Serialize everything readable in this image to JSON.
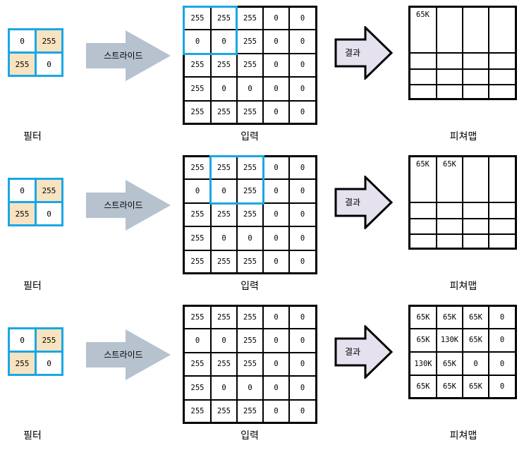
{
  "rows": [
    {
      "filter": [
        [
          "0",
          "255"
        ],
        [
          "255",
          "0"
        ]
      ],
      "arrow_label": "스트라이드",
      "input": [
        [
          "255",
          "255",
          "255",
          "0",
          "0"
        ],
        [
          "0",
          "0",
          "255",
          "0",
          "0"
        ],
        [
          "255",
          "255",
          "255",
          "0",
          "0"
        ],
        [
          "255",
          "0",
          "0",
          "0",
          "0"
        ],
        [
          "255",
          "255",
          "255",
          "0",
          "0"
        ]
      ],
      "result_label": "결과",
      "feature_map": [
        [
          "65K",
          "",
          "",
          ""
        ],
        [
          "",
          "",
          "",
          ""
        ],
        [
          "",
          "",
          "",
          ""
        ],
        [
          "",
          "",
          "",
          ""
        ]
      ],
      "captions": {
        "filter": "필터",
        "input": "입력",
        "feature_map": "피쳐맵"
      }
    },
    {
      "filter": [
        [
          "0",
          "255"
        ],
        [
          "255",
          "0"
        ]
      ],
      "arrow_label": "스트라이드",
      "input": [
        [
          "255",
          "255",
          "255",
          "0",
          "0"
        ],
        [
          "0",
          "0",
          "255",
          "0",
          "0"
        ],
        [
          "255",
          "255",
          "255",
          "0",
          "0"
        ],
        [
          "255",
          "0",
          "0",
          "0",
          "0"
        ],
        [
          "255",
          "255",
          "255",
          "0",
          "0"
        ]
      ],
      "result_label": "결과",
      "feature_map": [
        [
          "65K",
          "65K",
          "",
          ""
        ],
        [
          "",
          "",
          "",
          ""
        ],
        [
          "",
          "",
          "",
          ""
        ],
        [
          "",
          "",
          "",
          ""
        ]
      ],
      "captions": {
        "filter": "필터",
        "input": "입력",
        "feature_map": "피쳐맵"
      }
    },
    {
      "filter": [
        [
          "0",
          "255"
        ],
        [
          "255",
          "0"
        ]
      ],
      "arrow_label": "스트라이드",
      "input": [
        [
          "255",
          "255",
          "255",
          "0",
          "0"
        ],
        [
          "0",
          "0",
          "255",
          "0",
          "0"
        ],
        [
          "255",
          "255",
          "255",
          "0",
          "0"
        ],
        [
          "255",
          "0",
          "0",
          "0",
          "0"
        ],
        [
          "255",
          "255",
          "255",
          "0",
          "0"
        ]
      ],
      "result_label": "결과",
      "feature_map": [
        [
          "65K",
          "65K",
          "65K",
          "0"
        ],
        [
          "65K",
          "130K",
          "65K",
          "0"
        ],
        [
          "130K",
          "65K",
          "0",
          "0"
        ],
        [
          "65K",
          "65K",
          "65K",
          "0"
        ]
      ],
      "captions": {
        "filter": "필터",
        "input": "입력",
        "feature_map": "피쳐맵"
      }
    }
  ],
  "colors": {
    "highlight": "#1aa7e4",
    "filter_fill": "#f8e3c0",
    "stride_arrow": "#b6c2ce",
    "result_arrow": "#e6e1ee"
  }
}
